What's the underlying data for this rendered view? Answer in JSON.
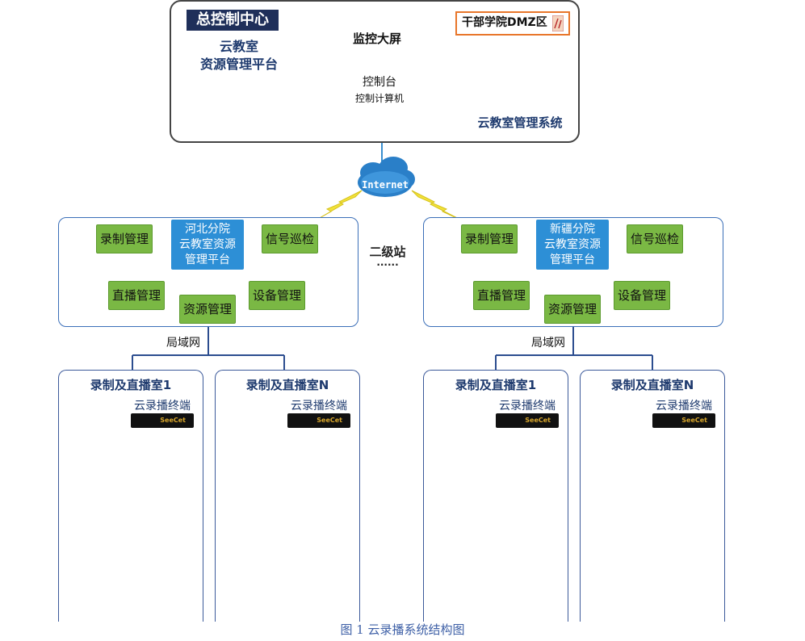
{
  "center": {
    "title": "总控制中心",
    "platform_line1": "云教室",
    "platform_line2": "资源管理平台",
    "video_wall": "监控大屏",
    "console": "控制台",
    "control_pc": "控制计算机",
    "dmz": "干部学院DMZ区",
    "mgmt_system": "云教室管理系统"
  },
  "network": {
    "internet": "Internet",
    "secondary_line1": "二级站",
    "secondary_line2": "......",
    "lan": "局域网"
  },
  "sites": [
    {
      "platform_line1": "河北分院",
      "platform_line2": "云教室资源",
      "platform_line3": "管理平台",
      "modules": {
        "record": "录制管理",
        "signal": "信号巡检",
        "live": "直播管理",
        "resource": "资源管理",
        "device": "设备管理"
      }
    },
    {
      "platform_line1": "新疆分院",
      "platform_line2": "云教室资源",
      "platform_line3": "管理平台",
      "modules": {
        "record": "录制管理",
        "signal": "信号巡检",
        "live": "直播管理",
        "resource": "资源管理",
        "device": "设备管理"
      }
    }
  ],
  "rooms": [
    {
      "title": "录制及直播室1",
      "terminal": "云录播终端",
      "brand": "SeeCet"
    },
    {
      "title": "录制及直播室N",
      "terminal": "云录播终端",
      "brand": "SeeCet"
    },
    {
      "title": "录制及直播室1",
      "terminal": "云录播终端",
      "brand": "SeeCet"
    },
    {
      "title": "录制及直播室N",
      "terminal": "云录播终端",
      "brand": "SeeCet"
    }
  ],
  "caption": "图 1 云录播系统结构图",
  "colors": {
    "module_green": "#7ab844",
    "platform_blue": "#2d8fd6",
    "title_navy": "#1f2f5a",
    "dmz_orange": "#e8762a",
    "lightning_yellow": "#f2e23a",
    "cloud_blue": "#2a7fc8"
  }
}
